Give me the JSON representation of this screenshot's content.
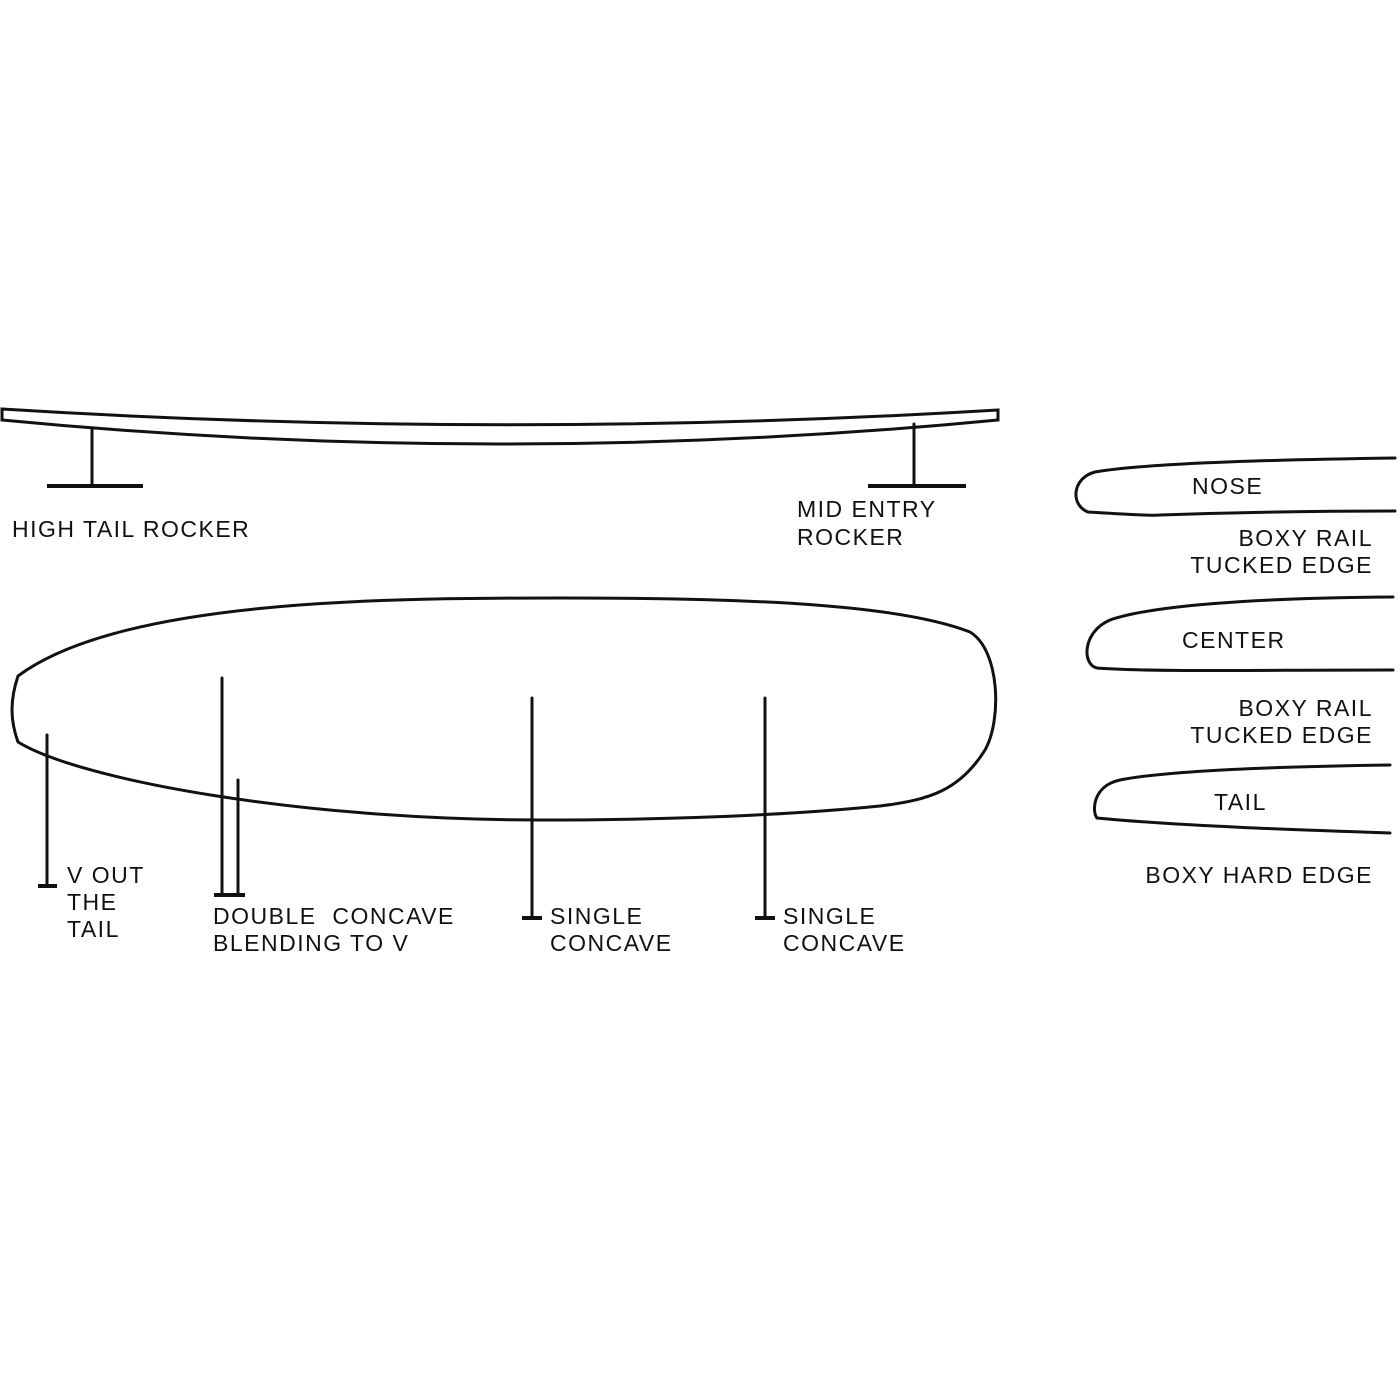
{
  "rocker": {
    "tail_label": "HIGH TAIL ROCKER",
    "entry_label_line1": "MID ENTRY",
    "entry_label_line2": "ROCKER"
  },
  "bottom_contours": [
    {
      "lines": [
        "V OUT",
        "THE",
        "TAIL"
      ]
    },
    {
      "lines": [
        "DOUBLE  CONCAVE",
        "BLENDING TO V"
      ]
    },
    {
      "lines": [
        "SINGLE",
        "CONCAVE"
      ]
    },
    {
      "lines": [
        "SINGLE",
        "CONCAVE"
      ]
    }
  ],
  "rails": [
    {
      "section": "NOSE",
      "lines": [
        "BOXY RAIL",
        "TUCKED EDGE"
      ]
    },
    {
      "section": "CENTER",
      "lines": [
        "BOXY RAIL",
        "TUCKED EDGE"
      ]
    },
    {
      "section": "TAIL",
      "lines": [
        "BOXY HARD EDGE"
      ]
    }
  ],
  "colors": {
    "line": "#111111",
    "background": "#ffffff"
  }
}
